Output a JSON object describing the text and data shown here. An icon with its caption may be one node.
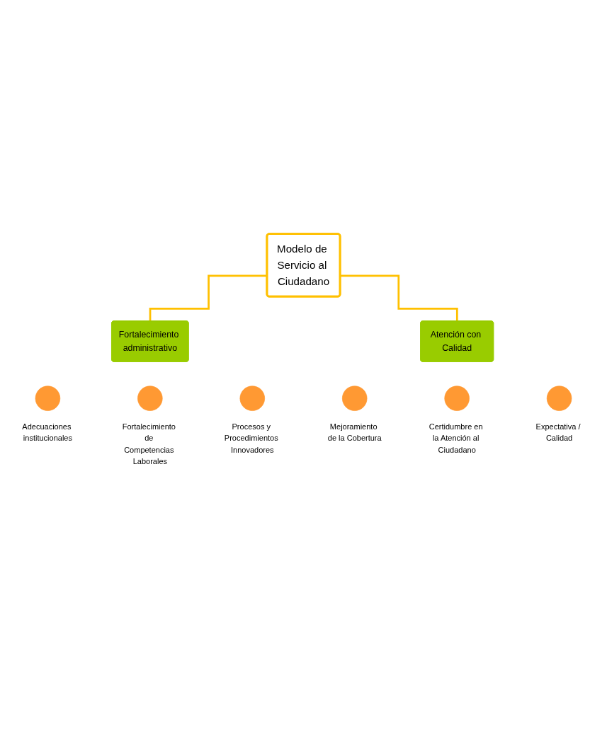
{
  "diagram": {
    "nodes": [
      {
        "text": [
          "Modelo de Servicio al Ciudadano"
        ]
      },
      {
        "text": [
          "Fortalecimiento administrativo"
        ]
      },
      {
        "text": [
          "Atención con Calidad"
        ]
      },
      {
        "text": [],
        "shape": "circle",
        "beside": [
          "Adecuaciones institucionales"
        ]
      },
      {
        "text": [],
        "shape": "circle",
        "beside": [
          "Fortalecimiento de Competencias Laborales"
        ]
      },
      {
        "text": [],
        "shape": "circle",
        "beside": [
          "Procesos y Procedimientos Innovadores"
        ]
      },
      {
        "text": [],
        "shape": "circle",
        "beside": [
          "Mejoramiento de la Cobertura"
        ]
      },
      {
        "text": [],
        "shape": "circle",
        "beside": [
          "Certidumbre en la Atención al Ciudadano"
        ]
      },
      {
        "text": [],
        "shape": "circle",
        "beside": [
          "Expectativa / Calidad"
        ]
      }
    ],
    "edges": [
      {
        "from": 0,
        "to": 1,
        "arrow": "none"
      },
      {
        "from": 0,
        "to": 2,
        "arrow": "none"
      }
    ]
  }
}
